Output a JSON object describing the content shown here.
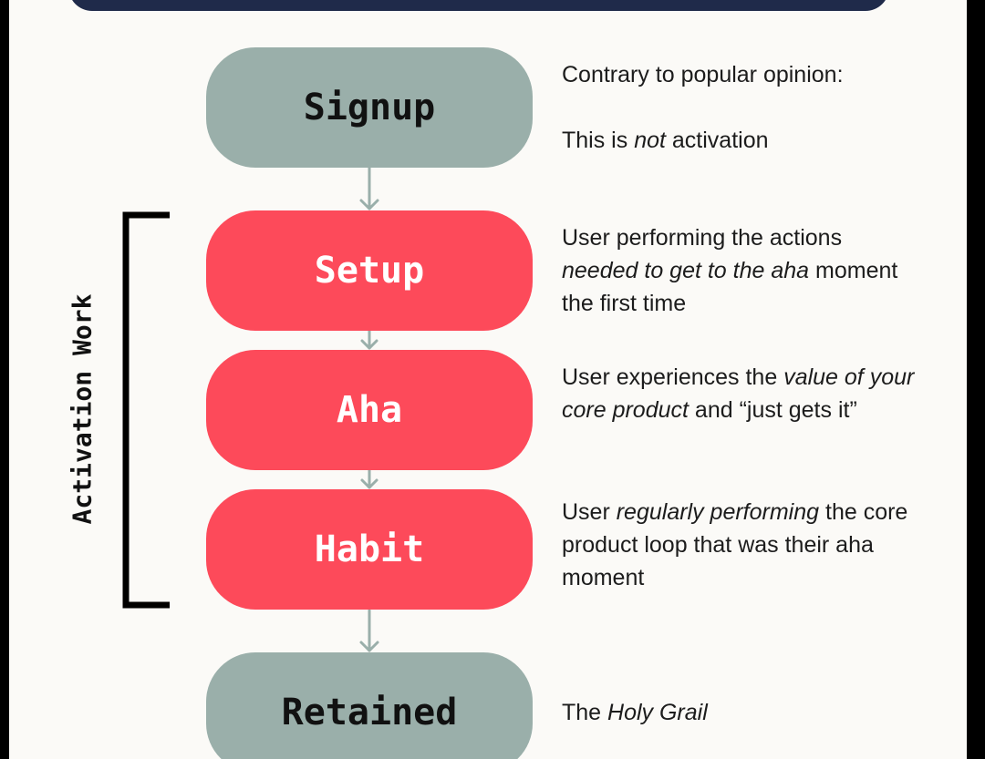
{
  "colors": {
    "panel": "#fbfaf7",
    "header_bar": "#1f2a4a",
    "stage_grey": "#9aafaa",
    "stage_red": "#fd4a5a",
    "arrow": "#9aafaa",
    "bracket": "#000000"
  },
  "bracket_label": "Activation Work",
  "stages": [
    {
      "label": "Signup"
    },
    {
      "label": "Setup"
    },
    {
      "label": "Aha"
    },
    {
      "label": "Habit"
    },
    {
      "label": "Retained"
    }
  ],
  "descriptions": {
    "signup": {
      "line1": "Contrary to popular opinion:",
      "line2_a": "This is ",
      "line2_em": "not",
      "line2_b": " activation"
    },
    "setup": {
      "a": "User performing the actions ",
      "em": "needed to get to the aha",
      "b": " moment the first time"
    },
    "aha": {
      "a": "User experiences the ",
      "em": "value of your core product",
      "b": " and “just gets it”"
    },
    "habit": {
      "a": "User ",
      "em": "regularly performing",
      "b": " the core product loop that was their aha moment"
    },
    "retained": {
      "a": "The ",
      "em": "Holy Grail"
    }
  }
}
